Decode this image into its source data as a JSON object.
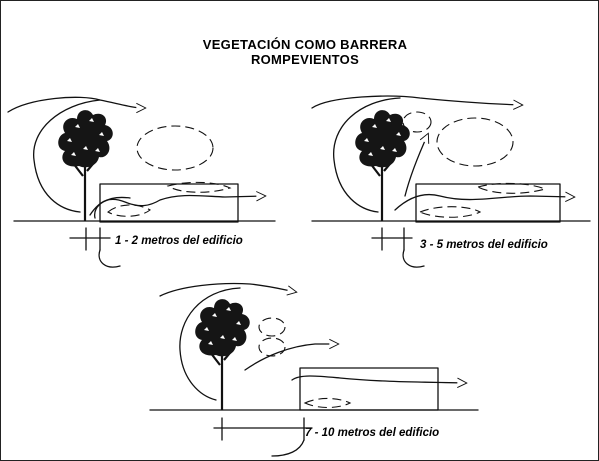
{
  "title": {
    "line1": "VEGETACIÓN COMO BARRERA",
    "line2": "ROMPEVIENTOS"
  },
  "scenes": [
    {
      "caption": "1 - 2 metros del edificio"
    },
    {
      "caption": "3 - 5 metros del edificio"
    },
    {
      "caption": "7 - 10 metros del edificio"
    }
  ],
  "colors": {
    "ink": "#111111",
    "background": "#ffffff"
  }
}
